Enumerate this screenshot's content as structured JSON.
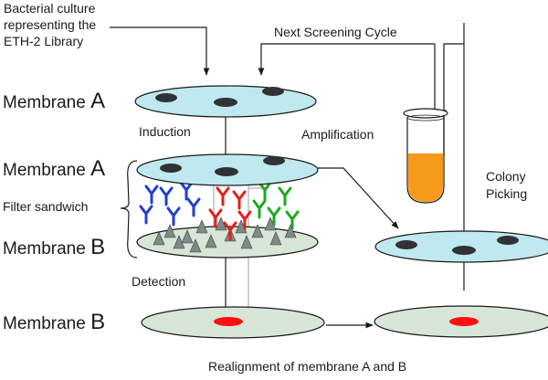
{
  "labels": {
    "culture_line1": "Bacterial culture",
    "culture_line2": "representing the",
    "culture_line3": "ETH-2 Library",
    "next_cycle": "Next Screening Cycle",
    "induction": "Induction",
    "amplification": "Amplification",
    "colony_line1": "Colony",
    "colony_line2": "Picking",
    "filter_sandwich": "Filter sandwich",
    "detection": "Detection",
    "realignment": "Realignment of membrane A and B"
  },
  "membranes": {
    "word": "Membrane",
    "a_letter": "A",
    "b_letter": "B"
  },
  "colors": {
    "membrane_a_fill": "#bfe9ee",
    "membrane_b_fill": "#d8e6d8",
    "colony_fill": "#2f3236",
    "detected_spot": "#ff1010",
    "culture_medium": "#f59a1a",
    "antibody_blue": "#1f3fd0",
    "antibody_red": "#e81c1c",
    "antibody_green": "#1ea81e",
    "antigen_spike": "#7e8a86"
  }
}
